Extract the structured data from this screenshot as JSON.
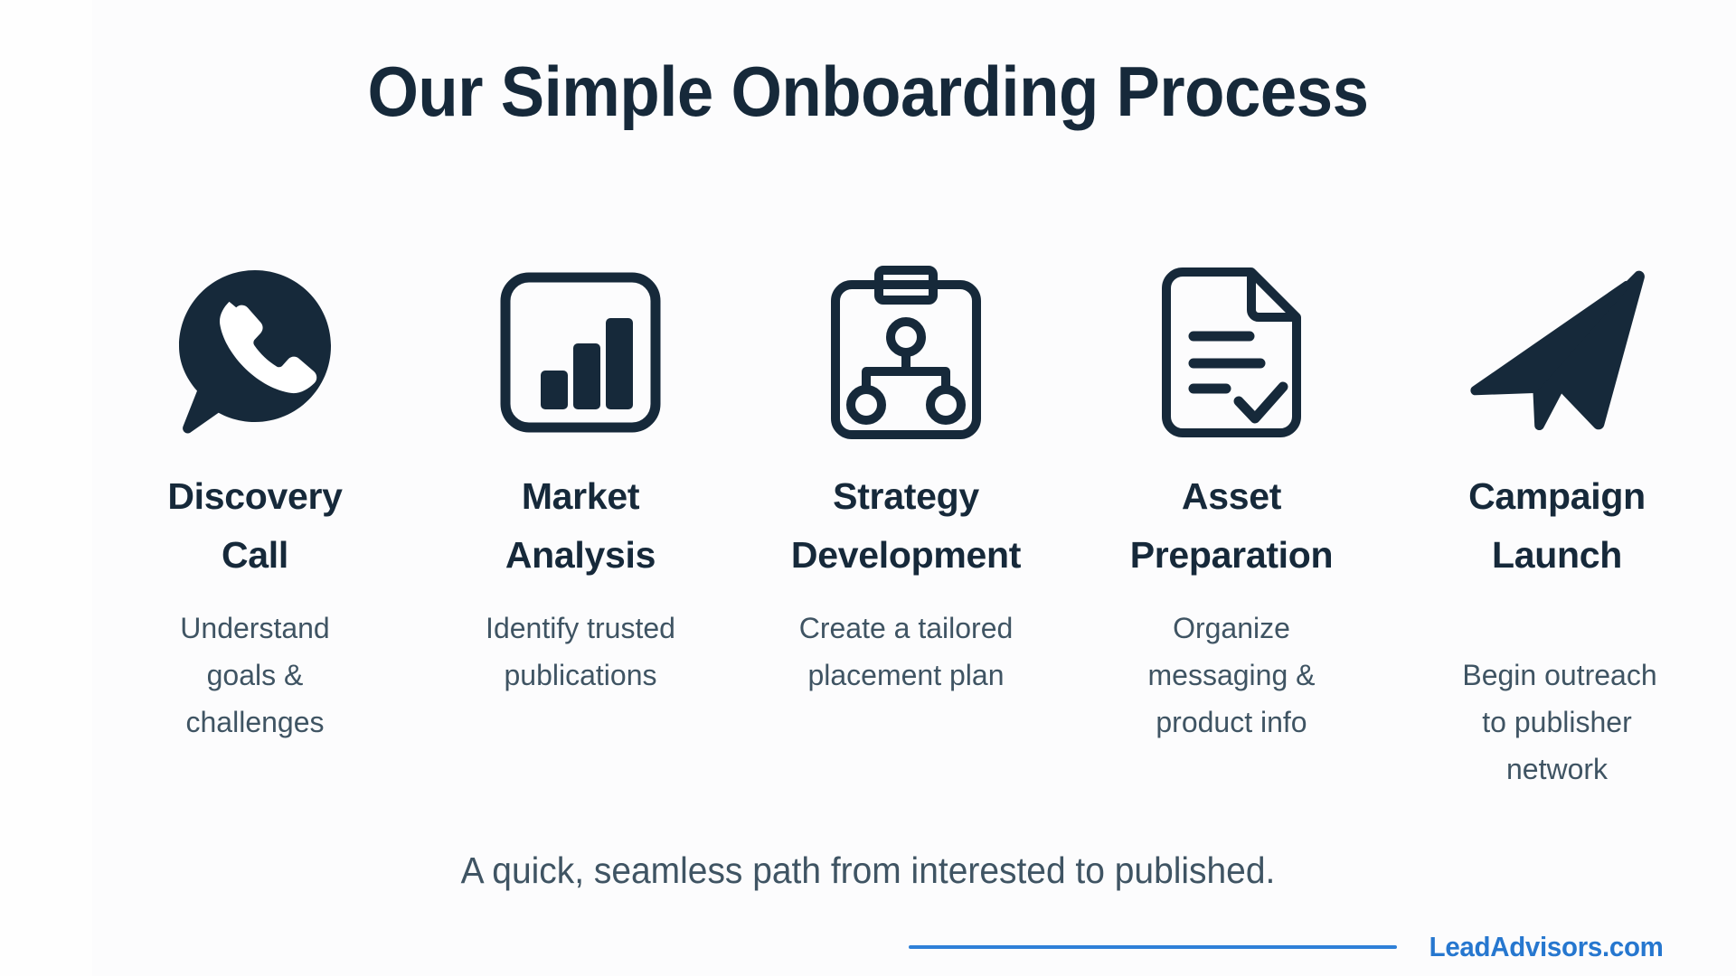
{
  "page": {
    "background_color": "#FCFCFD",
    "ink_dark": "#16293A",
    "ink_body": "#3F5463",
    "brand_blue": "#2677CF"
  },
  "header": {
    "title": "Our Simple Onboarding Process"
  },
  "steps": [
    {
      "icon": "phone-speech-bubble-icon",
      "title": "Discovery\nCall",
      "desc": "Understand\ngoals &\nchallenges"
    },
    {
      "icon": "bar-chart-icon",
      "title": "Market\nAnalysis",
      "desc": "Identify trusted\npublications"
    },
    {
      "icon": "clipboard-org-chart-icon",
      "title": "Strategy\nDevelopment",
      "desc": "Create a tailored\nplacement plan"
    },
    {
      "icon": "document-check-icon",
      "title": "Asset\nPreparation",
      "desc": "Organize\nmessaging &\nproduct info"
    },
    {
      "icon": "paper-plane-icon",
      "title": "Campaign\nLaunch",
      "desc_line1": "Begin outreach",
      "desc_rest": "to publisher\nnetwork"
    }
  ],
  "footer": {
    "tagline": "A quick, seamless path from interested to published.",
    "brand": "LeadAdvisors.com"
  }
}
